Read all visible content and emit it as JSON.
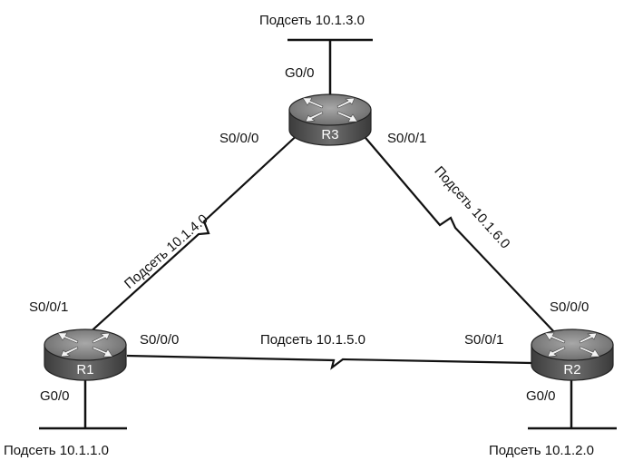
{
  "routers": {
    "r1": {
      "name": "R1"
    },
    "r2": {
      "name": "R2"
    },
    "r3": {
      "name": "R3"
    }
  },
  "subnets": {
    "r3_lan": "Подсеть 10.1.3.0",
    "r1_lan": "Подсеть 10.1.1.0",
    "r2_lan": "Подсеть 10.1.2.0",
    "r1_r3": "Подсеть 10.1.4.0",
    "r2_r3": "Подсеть 10.1.6.0",
    "r1_r2": "Подсеть 10.1.5.0"
  },
  "interfaces": {
    "r3_g00": "G0/0",
    "r3_s000": "S0/0/0",
    "r3_s001": "S0/0/1",
    "r1_s001": "S0/0/1",
    "r1_s000": "S0/0/0",
    "r1_g00": "G0/0",
    "r2_s000": "S0/0/0",
    "r2_s001": "S0/0/1",
    "r2_g00": "G0/0"
  }
}
